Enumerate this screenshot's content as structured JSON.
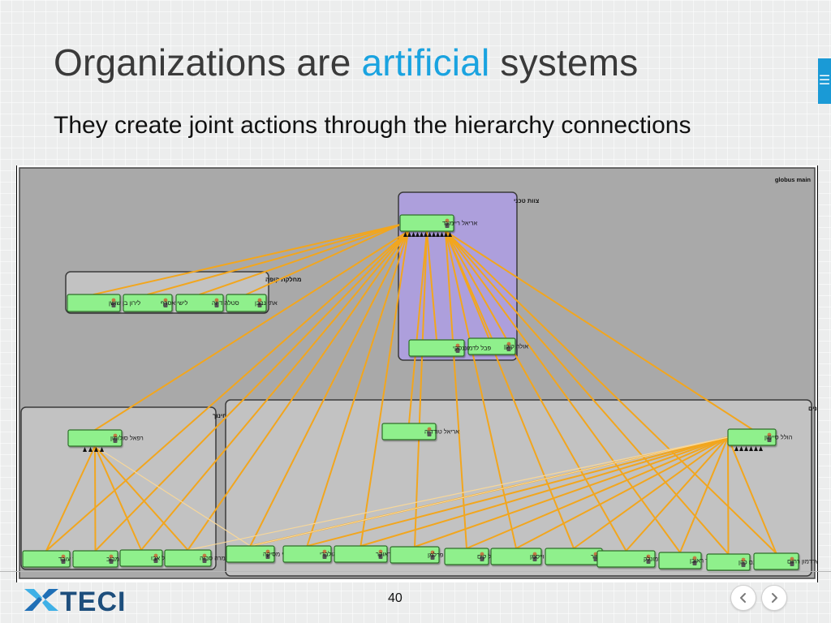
{
  "slide": {
    "title_part1": "Organizations are ",
    "title_accent": "artificial",
    "title_part2": " systems",
    "subtitle": "They create joint actions through the hierarchy connections",
    "page_number": "40",
    "logo_text": "XTECI"
  },
  "colors": {
    "accent": "#1aa3e0",
    "edge": "#f2a61e",
    "edge_light": "#f7d79a",
    "node_fill": "#8ff08c",
    "group_fill": "#c2c2c2",
    "tech_group_fill": "#ad9fdc",
    "canvas": "#a9a9a9"
  },
  "diagram": {
    "corner_label": "globus main",
    "groups": [
      {
        "id": "tech",
        "label": "צוות טכני"
      },
      {
        "id": "cash",
        "label": "מחלקת קופה"
      },
      {
        "id": "training",
        "label": "מחלקת חינוך"
      },
      {
        "id": "ushers",
        "label": "מחלקת סדרנים"
      }
    ],
    "nodes": [
      {
        "id": "n1",
        "group": "tech",
        "label": "אריאל ריימונד"
      },
      {
        "id": "n2",
        "group": "tech",
        "label": "אולה קוקן"
      },
      {
        "id": "n3",
        "group": "tech",
        "label": "פבל לדמוננסקי"
      },
      {
        "id": "n4",
        "group": "cash",
        "label": "אתי נבבן"
      },
      {
        "id": "n5",
        "group": "cash",
        "label": "סטלה דיזה"
      },
      {
        "id": "n6",
        "group": "cash",
        "label": "לישי אסרף"
      },
      {
        "id": "n7",
        "group": "cash",
        "label": "לירון בן שושן"
      },
      {
        "id": "n8",
        "group": "training",
        "label": "רפאל סולומון"
      },
      {
        "id": "n9",
        "group": "training",
        "label": "מיתר עובד"
      },
      {
        "id": "n10",
        "group": "training",
        "label": "דני נימבוב"
      },
      {
        "id": "n11",
        "group": "training",
        "label": "יגל אבו"
      },
      {
        "id": "n12",
        "group": "training",
        "label": "תמרה סבוה"
      },
      {
        "id": "n13",
        "group": "ushers",
        "label": "אריאל טודדיה"
      },
      {
        "id": "n14",
        "group": "ushers",
        "label": "הולל סיימון"
      },
      {
        "id": "n15",
        "group": "ushers",
        "label": "אודי מסיקה"
      },
      {
        "id": "n16",
        "group": "ushers",
        "label": "ליאון גולברי"
      },
      {
        "id": "n17",
        "group": "ushers",
        "label": "מאור וודאוקר"
      },
      {
        "id": "n18",
        "group": "ushers",
        "label": "סיסרי פרלמן"
      },
      {
        "id": "n19",
        "group": "ushers",
        "label": "פבל קים"
      },
      {
        "id": "n20",
        "group": "ushers",
        "label": "רווקה וייסמן"
      },
      {
        "id": "n21",
        "group": "ushers",
        "label": "הראל ספיר"
      },
      {
        "id": "n22",
        "group": "ushers",
        "label": "הולאטה ורמונלק"
      },
      {
        "id": "n23",
        "group": "ushers",
        "label": "בר ראובן"
      },
      {
        "id": "n24",
        "group": "ushers",
        "label": "נעם כהן"
      },
      {
        "id": "n25",
        "group": "ushers",
        "label": "שרדמון רחום"
      }
    ],
    "edges": [
      {
        "from": "n1",
        "to": "n4"
      },
      {
        "from": "n1",
        "to": "n5"
      },
      {
        "from": "n1",
        "to": "n6"
      },
      {
        "from": "n1",
        "to": "n7"
      },
      {
        "from": "n1",
        "to": "n2"
      },
      {
        "from": "n1",
        "to": "n3"
      },
      {
        "from": "n1",
        "to": "n8"
      },
      {
        "from": "n1",
        "to": "n13"
      },
      {
        "from": "n1",
        "to": "n14"
      },
      {
        "from": "n1",
        "to": "n9"
      },
      {
        "from": "n1",
        "to": "n10"
      },
      {
        "from": "n1",
        "to": "n11"
      },
      {
        "from": "n1",
        "to": "n12"
      },
      {
        "from": "n1",
        "to": "n15"
      },
      {
        "from": "n1",
        "to": "n16"
      },
      {
        "from": "n1",
        "to": "n17"
      },
      {
        "from": "n1",
        "to": "n18"
      },
      {
        "from": "n1",
        "to": "n19"
      },
      {
        "from": "n1",
        "to": "n20"
      },
      {
        "from": "n1",
        "to": "n21"
      },
      {
        "from": "n1",
        "to": "n22"
      },
      {
        "from": "n1",
        "to": "n23"
      },
      {
        "from": "n1",
        "to": "n24"
      },
      {
        "from": "n1",
        "to": "n25"
      },
      {
        "from": "n8",
        "to": "n9"
      },
      {
        "from": "n8",
        "to": "n10"
      },
      {
        "from": "n8",
        "to": "n11"
      },
      {
        "from": "n8",
        "to": "n12"
      },
      {
        "from": "n8",
        "to": "n15",
        "style": "light"
      },
      {
        "from": "n14",
        "to": "n15"
      },
      {
        "from": "n14",
        "to": "n16"
      },
      {
        "from": "n14",
        "to": "n17"
      },
      {
        "from": "n14",
        "to": "n18"
      },
      {
        "from": "n14",
        "to": "n19"
      },
      {
        "from": "n14",
        "to": "n20"
      },
      {
        "from": "n14",
        "to": "n21"
      },
      {
        "from": "n14",
        "to": "n22"
      },
      {
        "from": "n14",
        "to": "n23"
      },
      {
        "from": "n14",
        "to": "n24"
      },
      {
        "from": "n14",
        "to": "n25"
      },
      {
        "from": "n14",
        "to": "n12",
        "style": "light"
      },
      {
        "from": "n14",
        "to": "n15",
        "style": "light"
      }
    ]
  },
  "nav": {
    "prev_icon": "chevron-left-icon",
    "next_icon": "chevron-right-icon",
    "menu_icon": "menu-icon"
  }
}
